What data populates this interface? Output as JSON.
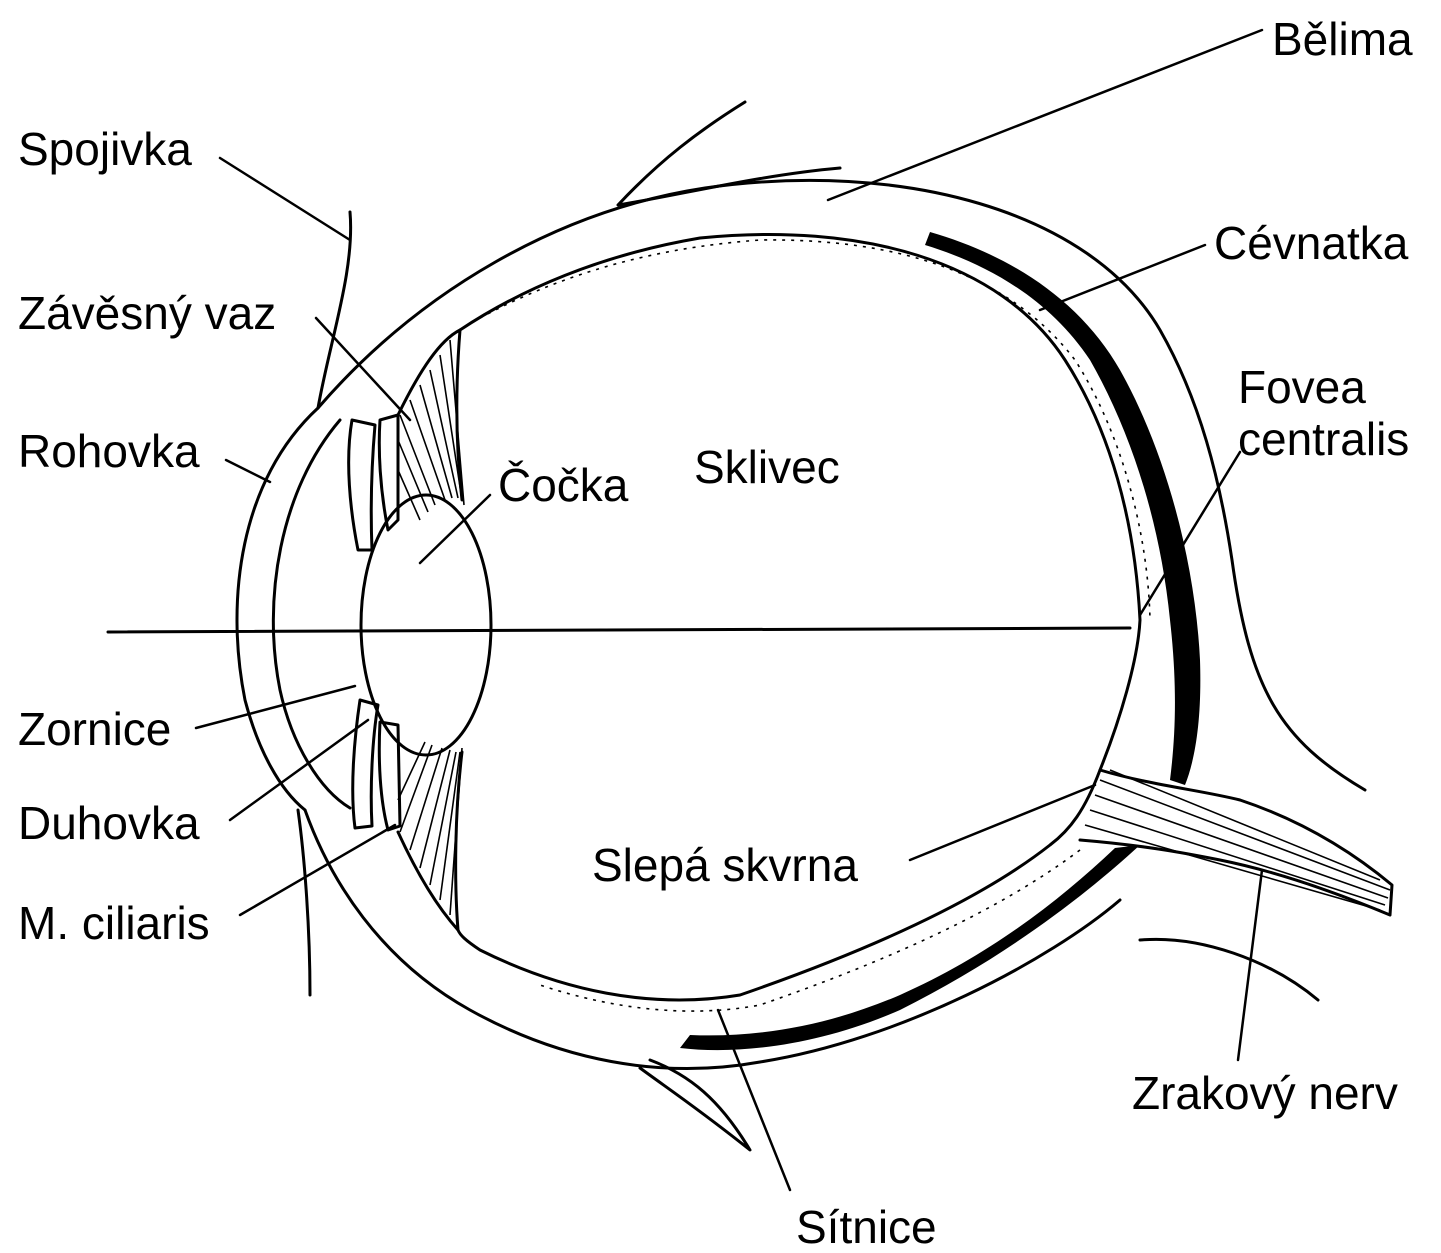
{
  "labels": {
    "belima": "Bělima",
    "spojivka": "Spojivka",
    "cevnatka": "Cévnatka",
    "zavesny_vaz": "Závěsný vaz",
    "fovea_line1": "Fovea",
    "fovea_line2": "centralis",
    "rohovka": "Rohovka",
    "cocka": "Čočka",
    "sklivec": "Sklivec",
    "zornice": "Zornice",
    "duhovka": "Duhovka",
    "slepa_skvrna": "Slepá skvrna",
    "m_ciliaris": "M. ciliaris",
    "zrakovy_nerv": "Zrakový nerv",
    "sitnice": "Sítnice"
  }
}
